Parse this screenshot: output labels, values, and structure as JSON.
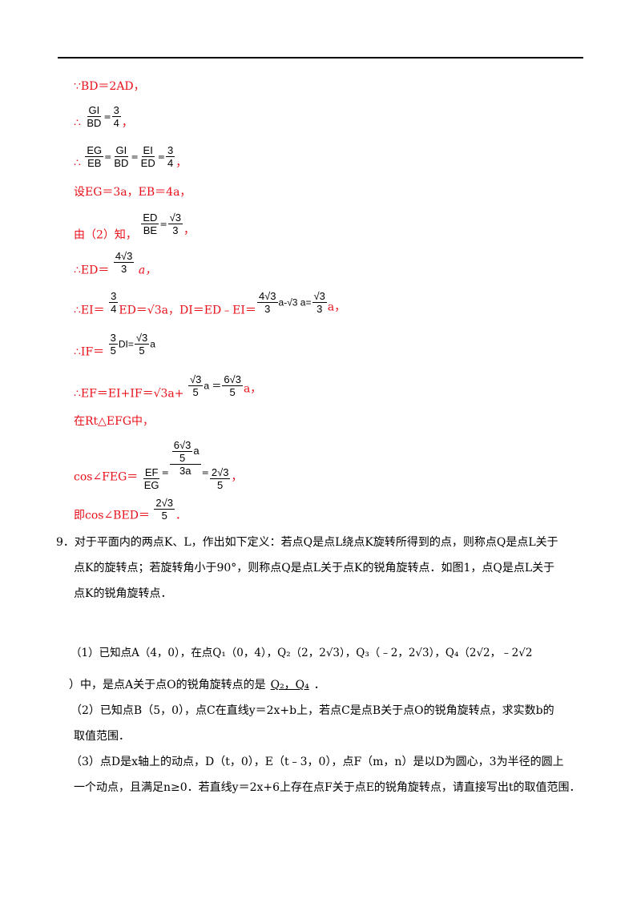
{
  "solution": {
    "l1": "∵BD＝2AD，",
    "l2_pre": "∴",
    "l2_frac1_n": "GI",
    "l2_frac1_d": "BD",
    "l2_frac2_n": "3",
    "l2_frac2_d": "4",
    "l3_pre": "∴",
    "l3_f1n": "EG",
    "l3_f1d": "EB",
    "l3_f2n": "GI",
    "l3_f2d": "BD",
    "l3_f3n": "EI",
    "l3_f3d": "ED",
    "l3_f4n": "3",
    "l3_f4d": "4",
    "l4": "设EG＝3a，EB＝4a，",
    "l5_pre": "由（2）知，",
    "l5_f1n": "ED",
    "l5_f1d": "BE",
    "l5_f2n": "√3",
    "l5_f2d": "3",
    "l6_pre": "∴ED＝",
    "l6_fn": "4√3",
    "l6_fd": "3",
    "l6_post": "a，",
    "l7_pre": "∴EI＝",
    "l7_fn": "3",
    "l7_fd": "4",
    "l7_mid": "ED＝√3a，DI＝ED﹣EI＝",
    "l7_f2n": "4√3",
    "l7_f2d": "3",
    "l7_mid2": "a-√3 a=",
    "l7_f3n": "√3",
    "l7_f3d": "3",
    "l7_post": "a，",
    "l8_pre": "∴IF＝",
    "l8_fn": "3",
    "l8_fd": "5",
    "l8_mid": "DI=",
    "l8_f2n": "√3",
    "l8_f2d": "5",
    "l8_post": "a",
    "l9_pre": "∴EF＝EI+IF＝√3a+",
    "l9_fn": "√3",
    "l9_fd": "5",
    "l9_mid": "a ＝",
    "l9_f2n": "6√3",
    "l9_f2d": "5",
    "l9_post": "a，",
    "l10": "在Rt△EFG中，",
    "l11_pre": "cos∠FEG＝",
    "l11_f1n": "EF",
    "l11_f1d": "EG",
    "l11_bign_n": "6√3",
    "l11_bign_d": "5",
    "l11_bign_a": "a",
    "l11_bigd": "3a",
    "l11_f3n": "2√3",
    "l11_f3d": "5",
    "l11_post": "，",
    "l12_pre": "即cos∠BED＝",
    "l12_fn": "2√3",
    "l12_fd": "5",
    "l12_post": "．"
  },
  "problem": {
    "p1": "9．对于平面内的两点K、L，作出如下定义：若点Q是点L绕点K旋转所得到的点，则称点Q是点L关于",
    "p2": "点K的旋转点；若旋转角小于90°，则称点Q是点L关于点K的锐角旋转点．如图1，点Q是点L关于",
    "p3": "点K的锐角旋转点．",
    "q1a": "（1）已知点A（4，0），在点Q₁（0，4），Q₂（2，2√3），Q₃（﹣2，2√3），Q₄（2√2，﹣2√2",
    "q1b": "）中，是点A关于点O的锐角旋转点的是",
    "q1_answer": "Q₂，Q₄",
    "q1_end": "．",
    "q2a": "（2）已知点B（5，0），点C在直线y＝2x+b上，若点C是点B关于点O的锐角旋转点，求实数b的",
    "q2b": "取值范围．",
    "q3a": "（3）点D是x轴上的动点，D（t，0），E（t﹣3，0），点F（m，n）是以D为圆心，3为半径的圆上",
    "q3b": "一个动点，且满足n≥0．若直线y＝2x+6上存在点F关于点E的锐角旋转点，请直接写出t的取值范围．"
  },
  "colors": {
    "solution_text": "#e8101a",
    "rule": "#000000"
  }
}
